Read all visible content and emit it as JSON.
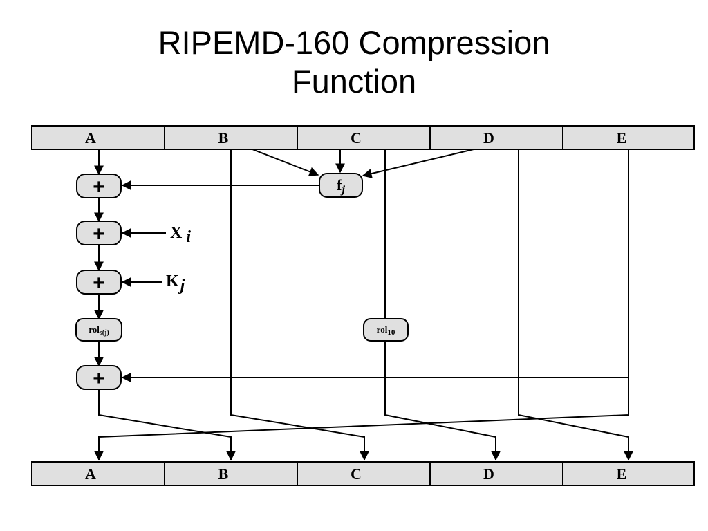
{
  "title": {
    "line1": "RIPEMD-160 Compression",
    "line2": "Function"
  },
  "top_registers": [
    "A",
    "B",
    "C",
    "D",
    "E"
  ],
  "bottom_registers": [
    "A",
    "B",
    "C",
    "D",
    "E"
  ],
  "operators": {
    "add_symbol": "+",
    "function": {
      "base": "f",
      "sub": "j"
    },
    "message_word": {
      "base": "X",
      "sub": "i"
    },
    "constant": {
      "base": "K",
      "sub": "j"
    },
    "rotate_variable": {
      "base": "rol",
      "sub": "s(j)"
    },
    "rotate_fixed": {
      "base": "rol",
      "sub": "10"
    }
  },
  "colors": {
    "register_fill": "#e0e0e0",
    "operator_fill": "#e0e0e0",
    "line": "#000000"
  }
}
